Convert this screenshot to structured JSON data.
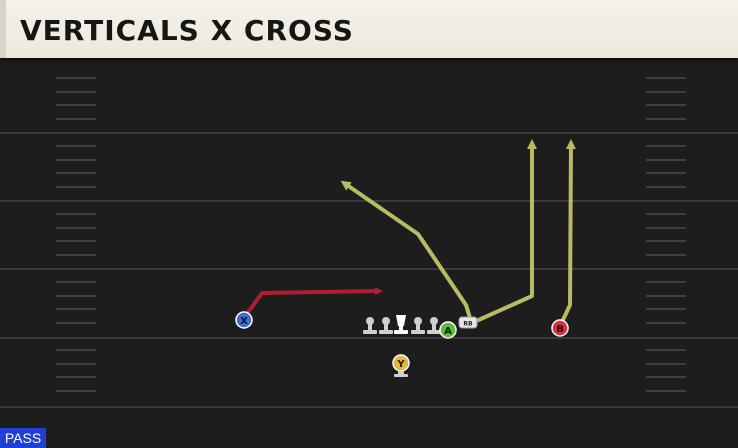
{
  "play": {
    "title": "VERTICALS X CROSS",
    "type_label": "PASS"
  },
  "players": {
    "x": {
      "label": "X",
      "color": "#3a6fd0"
    },
    "a": {
      "label": "A",
      "color": "#5bbd3a"
    },
    "b": {
      "label": "B",
      "color": "#d9303c"
    },
    "y": {
      "label": "Y",
      "color": "#e2b73a"
    },
    "rb": {
      "label": "RB",
      "color": "#e6e6e6"
    }
  },
  "routes": {
    "x_cross": {
      "color": "#b01c30"
    },
    "verticals": {
      "color": "#b9bb62"
    }
  },
  "colors": {
    "field": "#1d1d1d",
    "yard_line": "#3a3a3a",
    "hash": "#3e3e3e",
    "lineman": "#cfcfcf",
    "title_bg": "#f3f0e8",
    "badge": "#1f3fd9"
  }
}
